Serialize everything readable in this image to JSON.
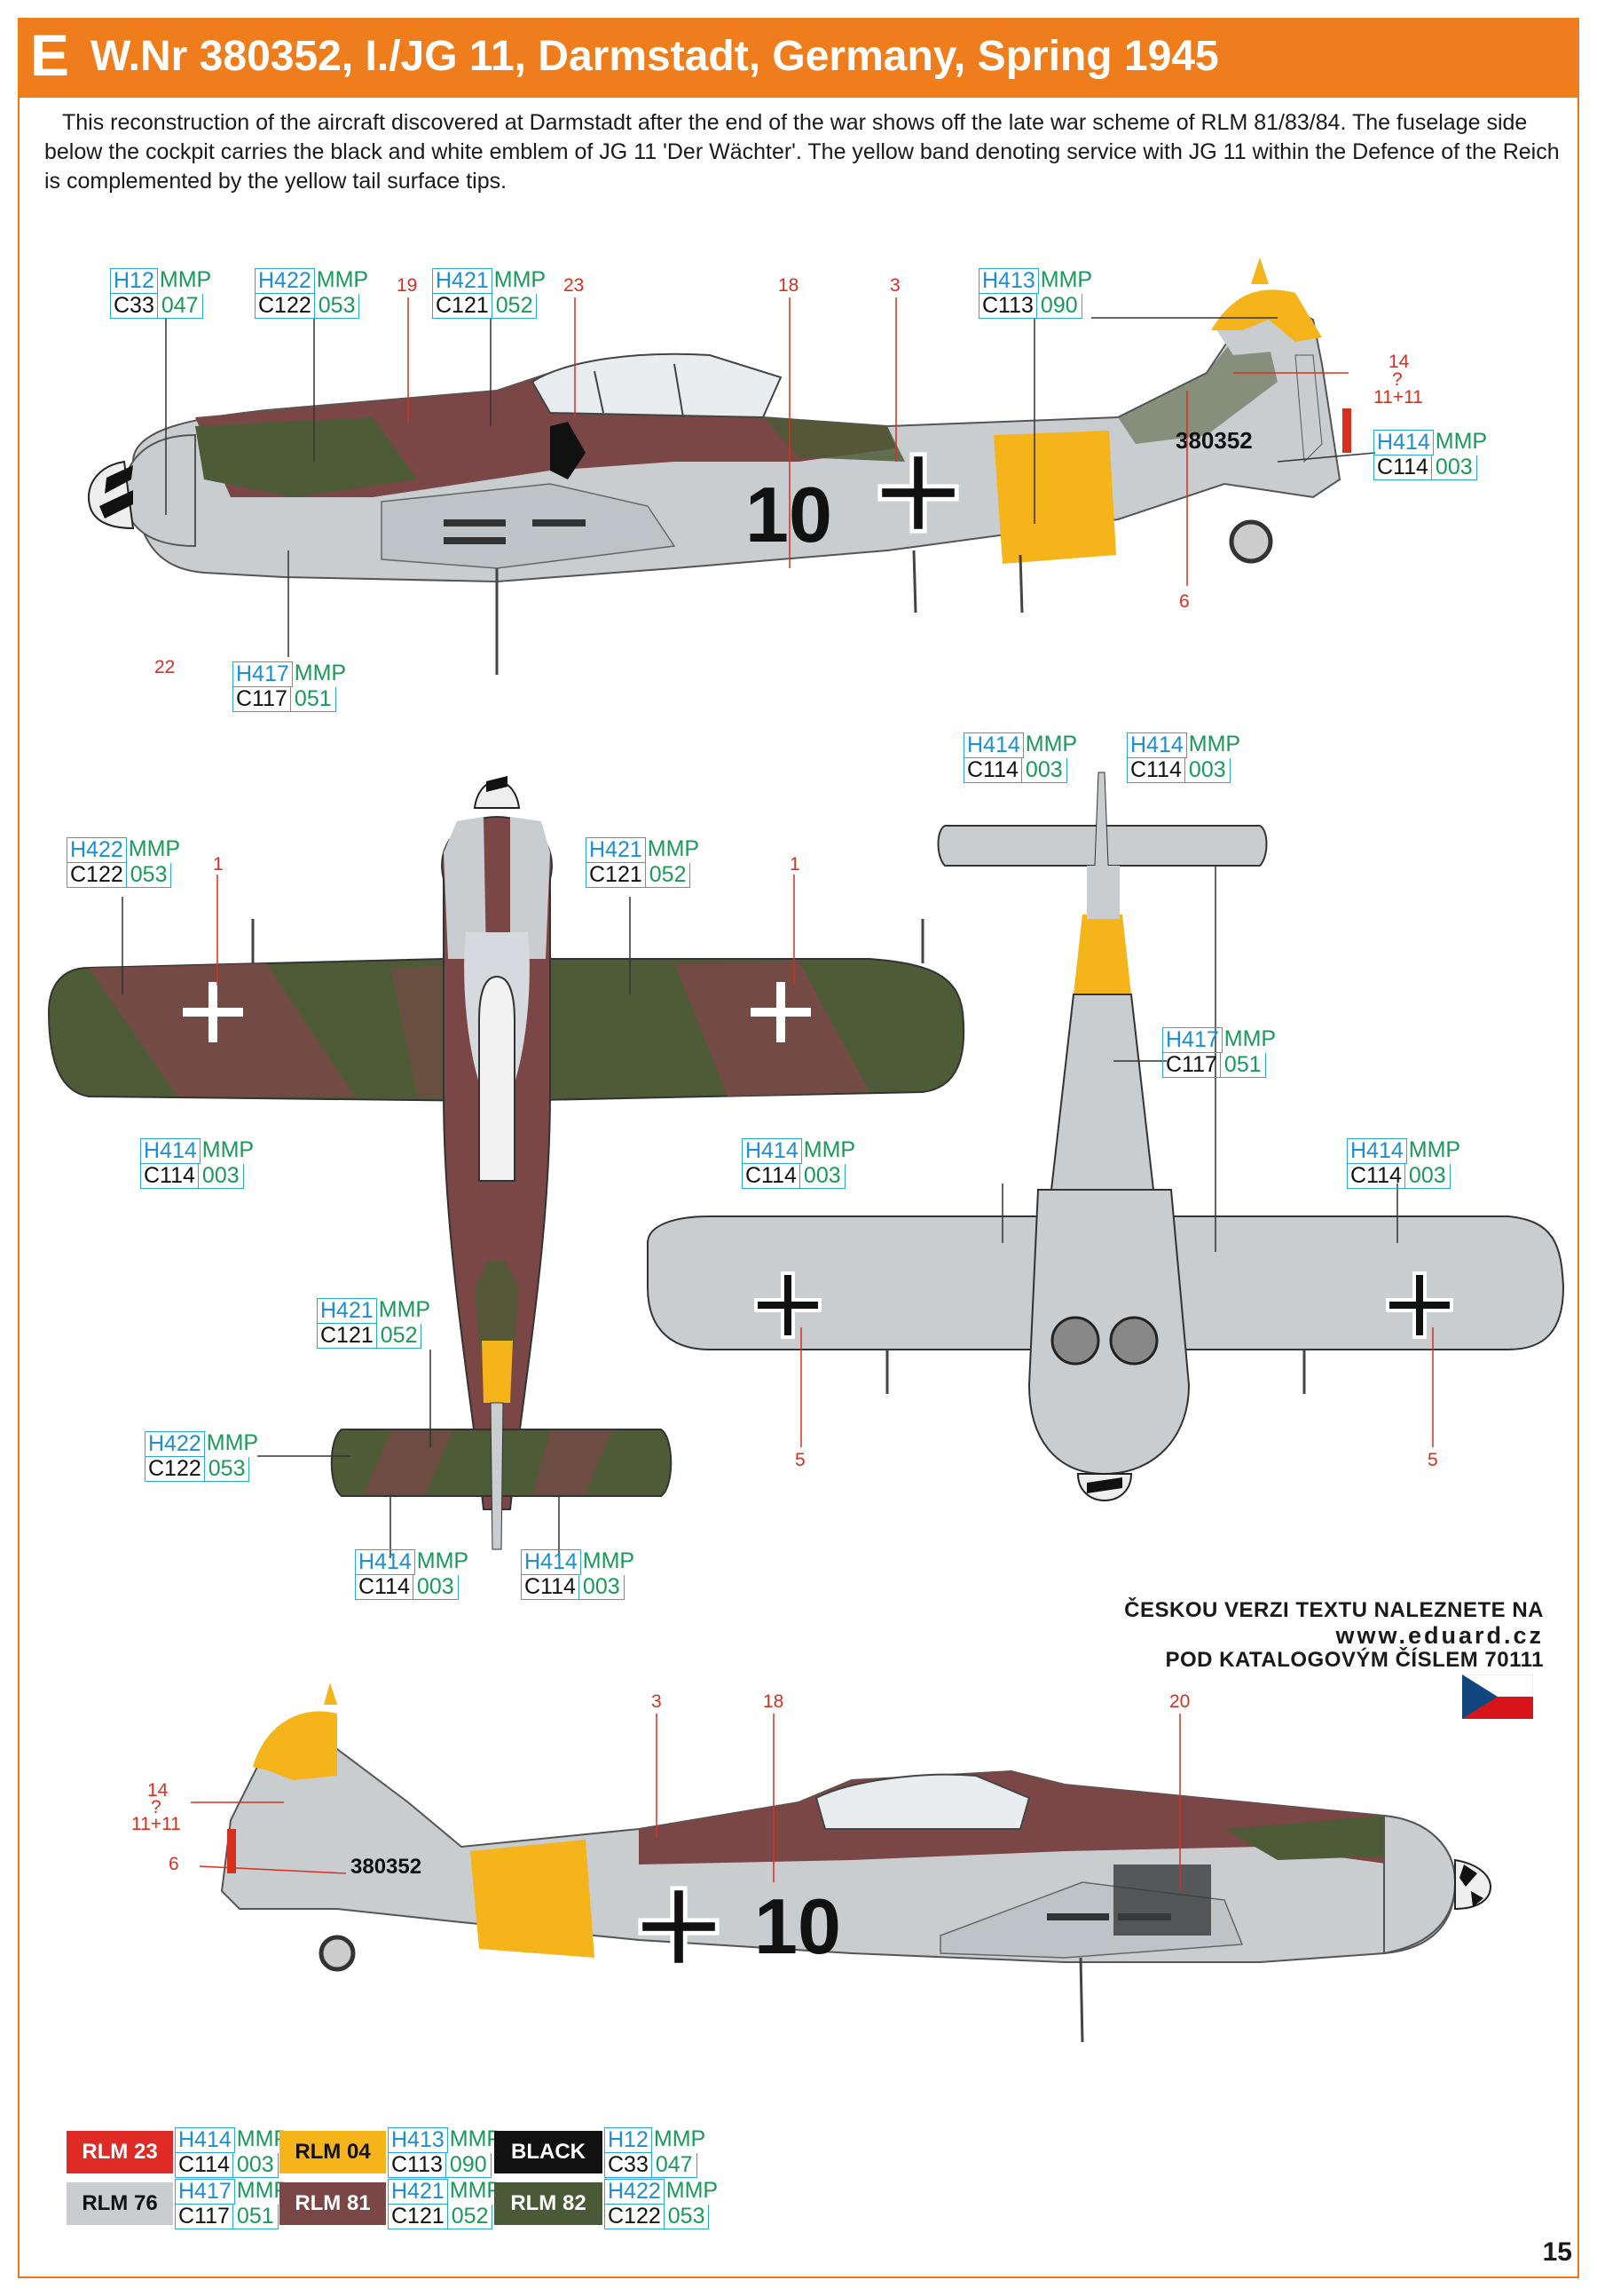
{
  "header": {
    "letter": "E",
    "title": "W.Nr 380352, I./JG 11, Darmstadt, Germany, Spring 1945"
  },
  "intro": "This reconstruction of the aircraft discovered at Darmstadt after the end of the war shows off the late war scheme of RLM 81/83/84. The fuselage side below the cockpit carries the black and white emblem of JG 11 'Der Wächter'. The yellow band denoting service with JG 11 within the Defence of the Reich is complemented by the yellow tail surface tips.",
  "aircraft": {
    "code": "10",
    "werknummer": "380352"
  },
  "paint_tags": [
    {
      "h": "H12",
      "m": "MMP",
      "c": "C33",
      "n": "047"
    },
    {
      "h": "H422",
      "m": "MMP",
      "c": "C122",
      "n": "053"
    },
    {
      "h": "H421",
      "m": "MMP",
      "c": "C121",
      "n": "052"
    },
    {
      "h": "H413",
      "m": "MMP",
      "c": "C113",
      "n": "090"
    },
    {
      "h": "H414",
      "m": "MMP",
      "c": "C114",
      "n": "003"
    },
    {
      "h": "H417",
      "m": "MMP",
      "c": "C117",
      "n": "051"
    },
    {
      "h": "H422",
      "m": "MMP",
      "c": "C122",
      "n": "053"
    },
    {
      "h": "H421",
      "m": "MMP",
      "c": "C121",
      "n": "052"
    },
    {
      "h": "H414",
      "m": "MMP",
      "c": "C114",
      "n": "003"
    },
    {
      "h": "H414",
      "m": "MMP",
      "c": "C114",
      "n": "003"
    },
    {
      "h": "H417",
      "m": "MMP",
      "c": "C117",
      "n": "051"
    },
    {
      "h": "H414",
      "m": "MMP",
      "c": "C114",
      "n": "003"
    },
    {
      "h": "H414",
      "m": "MMP",
      "c": "C114",
      "n": "003"
    },
    {
      "h": "H414",
      "m": "MMP",
      "c": "C114",
      "n": "003"
    },
    {
      "h": "H421",
      "m": "MMP",
      "c": "C121",
      "n": "052"
    },
    {
      "h": "H422",
      "m": "MMP",
      "c": "C122",
      "n": "053"
    },
    {
      "h": "H414",
      "m": "MMP",
      "c": "C114",
      "n": "003"
    },
    {
      "h": "H414",
      "m": "MMP",
      "c": "C114",
      "n": "003"
    }
  ],
  "callouts": [
    "19",
    "23",
    "18",
    "3",
    "14",
    "?",
    "11+11",
    "6",
    "22",
    "1",
    "1",
    "5",
    "5",
    "3",
    "18",
    "20",
    "14",
    "?",
    "11+11",
    "6"
  ],
  "czech_note": {
    "line1": "ČESKOU VERZI TEXTU NALEZNETE NA",
    "url": "www.eduard.cz",
    "line3": "POD KATALOGOVÝM ČÍSLEM 70111"
  },
  "legend": [
    {
      "name": "RLM 23",
      "color": "#e02a26",
      "text": "#ffffff",
      "h": "H414",
      "m": "MMP",
      "c": "C114",
      "n": "003"
    },
    {
      "name": "RLM 04",
      "color": "#f4b41a",
      "text": "#111111",
      "h": "H413",
      "m": "MMP",
      "c": "C113",
      "n": "090"
    },
    {
      "name": "BLACK",
      "color": "#111111",
      "text": "#ffffff",
      "h": "H12",
      "m": "MMP",
      "c": "C33",
      "n": "047"
    },
    {
      "name": "RLM 76",
      "color": "#c9cdd0",
      "text": "#111111",
      "h": "H417",
      "m": "MMP",
      "c": "C117",
      "n": "051"
    },
    {
      "name": "RLM 81",
      "color": "#7b4646",
      "text": "#ffffff",
      "h": "H421",
      "m": "MMP",
      "c": "C121",
      "n": "052"
    },
    {
      "name": "RLM 82",
      "color": "#4a5a36",
      "text": "#ffffff",
      "h": "H422",
      "m": "MMP",
      "c": "C122",
      "n": "053"
    }
  ],
  "page_number": "15",
  "colors": {
    "accent": "#ef7d1c",
    "rlm76": "#c9cdd0",
    "rlm81": "#7b4646",
    "rlm82": "#4d5c37",
    "rlm04": "#f4b41a"
  }
}
